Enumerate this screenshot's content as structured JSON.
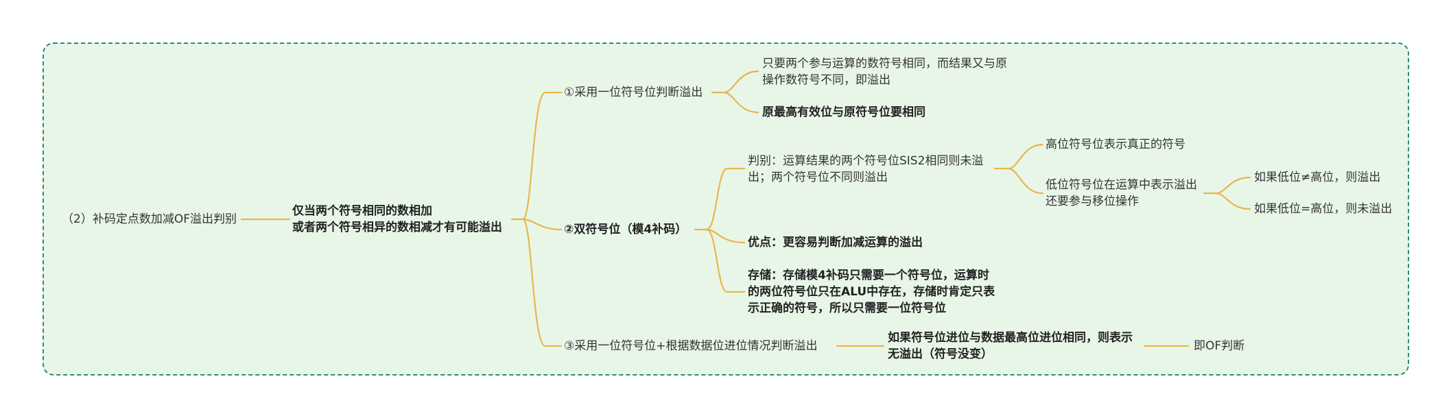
{
  "colors": {
    "background": "#e8f6e8",
    "border": "#2a8a7e",
    "connector": "#eab54a"
  },
  "root": {
    "label": "（2）补码定点数加减OF溢出判别"
  },
  "summary": {
    "line1": "仅当两个符号相同的数相加",
    "line2": "或者两个符号相异的数相减才有可能溢出"
  },
  "branch1": {
    "label": "①采用一位符号位判断溢出",
    "child1": {
      "line1": "只要两个参与运算的数符号相同，而结果又与原",
      "line2": "操作数符号不同，即溢出"
    },
    "child2": {
      "label": "原最高有效位与原符号位要相同"
    }
  },
  "branch2": {
    "label": "②双符号位（模4补码）",
    "judge": {
      "line1": "判别：运算结果的两个符号位SIS2相同则未溢",
      "line2": "出；两个符号位不同则溢出",
      "high": "高位符号位表示真正的符号",
      "low": {
        "line1": "低位符号位在运算中表示溢出",
        "line2": "还要参与移位操作"
      },
      "if_ne": "如果低位≠高位，则溢出",
      "if_eq": "如果低位=高位，则未溢出"
    },
    "advantage": "优点：更容易判断加减运算的溢出",
    "storage": {
      "line1": "存储：存储模4补码只需要一个符号位，运算时",
      "line2": "的两位符号位只在ALU中存在，存储时肯定只表",
      "line3": "示正确的符号，所以只需要一位符号位"
    }
  },
  "branch3": {
    "label": "③采用一位符号位+根据数据位进位情况判断溢出",
    "condition": {
      "line1": "如果符号位进位与数据最高位进位相同，则表示",
      "line2": "无溢出（符号没变）"
    },
    "result": "即OF判断"
  }
}
